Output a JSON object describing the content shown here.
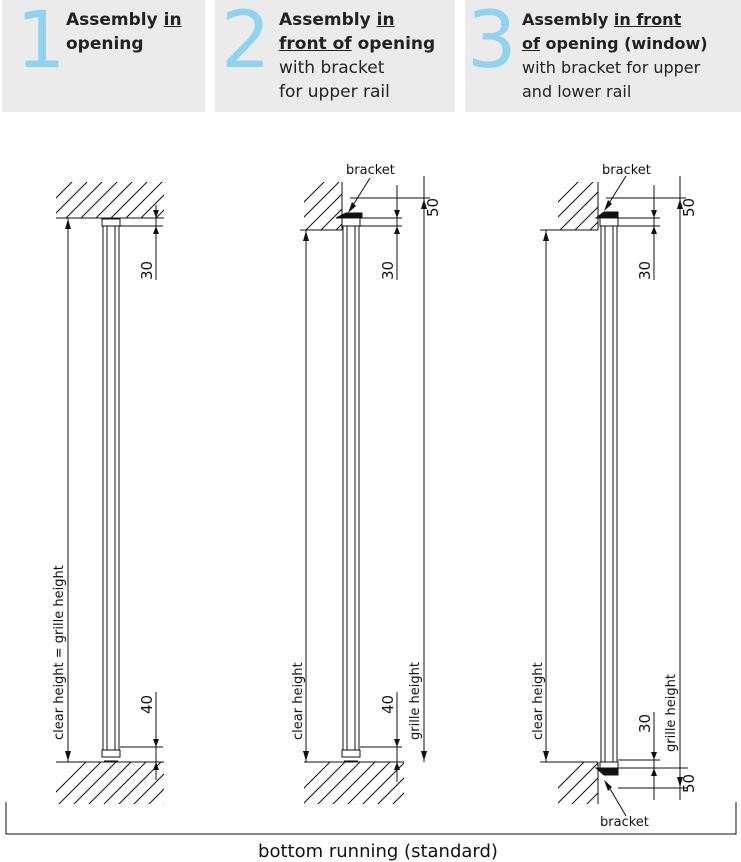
{
  "panels": [
    {
      "number": "1",
      "title_a": "Assembly ",
      "title_u": "in",
      "title_b": "",
      "title_line2_u": "",
      "title_line2_b": "opening",
      "desc_line1": "",
      "desc_line2": ""
    },
    {
      "number": "2",
      "title_a": "Assembly ",
      "title_u": "in",
      "title_b": "",
      "title_line2_u": "front of",
      "title_line2_b": " opening",
      "desc_line1": "with bracket",
      "desc_line2": "for upper rail"
    },
    {
      "number": "3",
      "title_a": "Assembly ",
      "title_u": "in front",
      "title_b": "",
      "title_line2_u": "of",
      "title_line2_b": " opening (window)",
      "desc_line1": "with bracket for upper",
      "desc_line2": "and lower rail"
    }
  ],
  "diagram": {
    "label_clear_eq_grille": "clear height = grille height",
    "label_clear": "clear height",
    "label_grille": "grille height",
    "label_bracket": "bracket",
    "dim_30": "30",
    "dim_40": "40",
    "dim_50": "50",
    "footer": "bottom running (standard)"
  },
  "colors": {
    "accent": "#8fd3f0",
    "panel_bg": "#ebebeb",
    "line": "#111111"
  }
}
